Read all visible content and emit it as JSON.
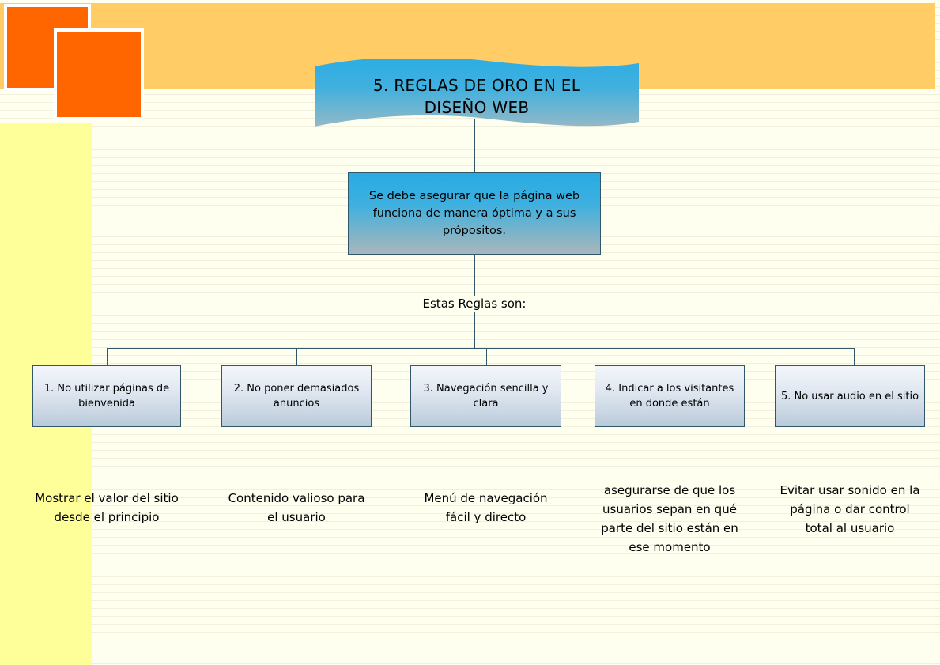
{
  "page": {
    "background_color": "#FFFFF0",
    "header_band_color": "#FFCC66",
    "sidebar_band_color": "#FFFF99",
    "accent_orange": "#FF6600",
    "connector_color": "#31576B"
  },
  "decoration": {
    "square_1_label": "orange-square-large",
    "square_2_label": "orange-square-small"
  },
  "title": {
    "text": "5. REGLAS DE ORO EN EL DISEÑO WEB",
    "line_1": "5. REGLAS DE ORO EN EL",
    "line_2": "DISEÑO WEB",
    "ribbon_color_top": "#29ABE2",
    "ribbon_color_bottom": "#8FB6C6"
  },
  "statement": {
    "text": "Se debe asegurar que la página web funciona de manera óptima y a sus própositos.",
    "line_1": "Se debe asegurar que la página web",
    "line_2": "funciona de manera óptima y a sus",
    "line_3": "própositos."
  },
  "intermediate": {
    "label": "Estas Reglas son:"
  },
  "rules": [
    {
      "id": "rule-1",
      "number": "1.",
      "box_text": "1. No utilizar páginas de bienvenida",
      "description": "Mostrar el valor del sitio desde el principio"
    },
    {
      "id": "rule-2",
      "number": "2.",
      "box_text": "2. No poner demasiados anuncios",
      "description": "Contenido valioso para el usuario"
    },
    {
      "id": "rule-3",
      "number": "3.",
      "box_text": "3. Navegación sencilla y clara",
      "description": "Menú de navegación fácil y directo"
    },
    {
      "id": "rule-4",
      "number": "4.",
      "box_text": "4. Indicar a los visitantes en donde están",
      "description": "asegurarse de que los usuarios sepan en qué parte del sitio están en ese momento"
    },
    {
      "id": "rule-5",
      "number": "5.",
      "box_text": "5. No usar audio en el sitio",
      "description": "Evitar usar sonido en la página o dar control total al usuario"
    }
  ]
}
